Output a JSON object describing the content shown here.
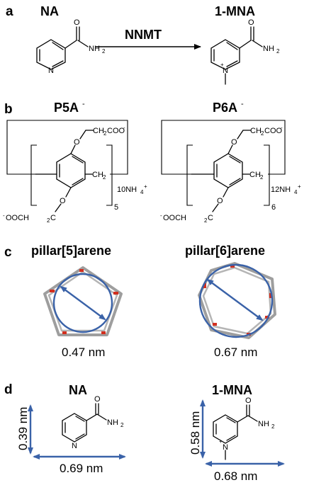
{
  "panels": {
    "a": {
      "label": "a",
      "left_title": "NA",
      "right_title": "1-MNA",
      "enzyme": "NNMT",
      "atoms": {
        "O": "O",
        "NH2": "NH",
        "NH2_sub": "2",
        "N": "N",
        "N_plus": "+"
      }
    },
    "b": {
      "label": "b",
      "left_title": "P5A",
      "left_title_sup": "-",
      "right_title": "P6A",
      "right_title_sup": "-",
      "left_top_group": "CH",
      "left_top_sub": "2",
      "left_top_tail": "COO",
      "left_top_sup": "-",
      "left_O_top": "O",
      "left_CH2": "CH",
      "left_CH2_sub": "2",
      "left_O_bottom": "O",
      "left_bottom_group_pre": "OOCH",
      "left_bottom_sup": "-",
      "left_bottom_sub": "2",
      "left_bottom_tail": "C",
      "left_n": "5",
      "left_counterion": "10NH",
      "left_counterion_sub": "4",
      "left_counterion_sup": "+",
      "right_top_group": "CH",
      "right_top_sub": "2",
      "right_top_tail": "COO",
      "right_top_sup": "-",
      "right_O_top": "O",
      "right_CH2": "CH",
      "right_CH2_sub": "2",
      "right_O_bottom": "O",
      "right_bottom_group_pre": "OOCH",
      "right_bottom_sup": "-",
      "right_bottom_sub": "2",
      "right_bottom_tail": "C",
      "right_n": "6",
      "right_counterion": "12NH",
      "right_counterion_sub": "4",
      "right_counterion_sup": "+"
    },
    "c": {
      "label": "c",
      "left_title": "pillar[5]arene",
      "right_title": "pillar[6]arene",
      "left_size": "0.47 nm",
      "right_size": "0.67 nm"
    },
    "d": {
      "label": "d",
      "left_title": "NA",
      "right_title": "1-MNA",
      "left_height": "0.39 nm",
      "left_width": "0.69 nm",
      "right_height": "0.58 nm",
      "right_width": "0.68 nm",
      "atoms": {
        "O": "O",
        "NH2": "NH",
        "NH2_sub": "2",
        "N": "N",
        "N_plus": "+"
      }
    }
  },
  "colors": {
    "arrow_blue": "#3a62a8",
    "oxygen_red": "#d22f1f",
    "ring_gray": "#9e9e9e"
  }
}
